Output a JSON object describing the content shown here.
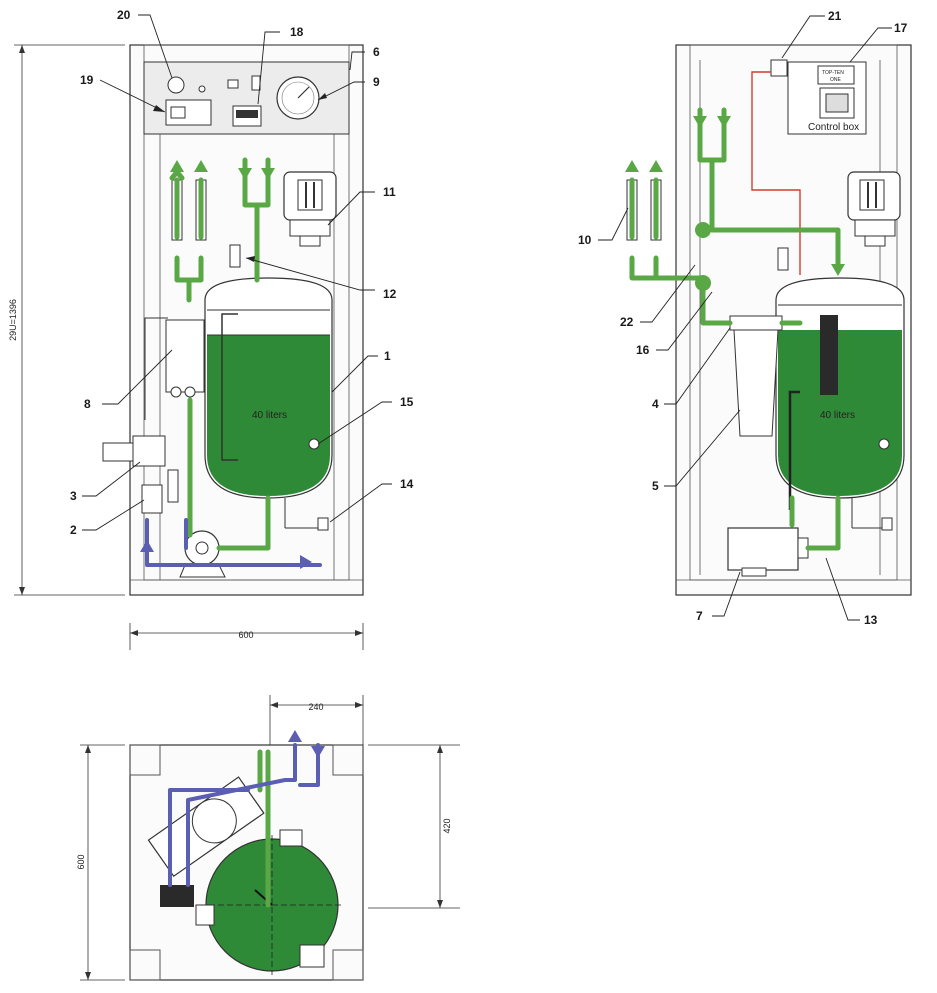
{
  "callouts": {
    "c1": "1",
    "c2": "2",
    "c3": "3",
    "c4": "4",
    "c5": "5",
    "c6": "6",
    "c7": "7",
    "c8": "8",
    "c9": "9",
    "c10": "10",
    "c11": "11",
    "c12": "12",
    "c13": "13",
    "c14": "14",
    "c15": "15",
    "c16": "16",
    "c17": "17",
    "c18": "18",
    "c19": "19",
    "c20": "20",
    "c21": "21",
    "c22": "22"
  },
  "tank": {
    "capacity_left": "40 liters",
    "capacity_right": "40 liters"
  },
  "control_box": {
    "label": "Control box",
    "lcd_line1": "TOP-TEN",
    "lcd_line2": "ONE"
  },
  "dimensions": {
    "height": "29U=1396",
    "width_front": "600",
    "top_offset": "240",
    "top_depth": "600",
    "top_partial": "420"
  },
  "colors": {
    "treated_water": "#59a845",
    "raw_water": "#5a5fb4",
    "signal_line": "#d63a2f",
    "tank_fill": "#2e8a36"
  }
}
